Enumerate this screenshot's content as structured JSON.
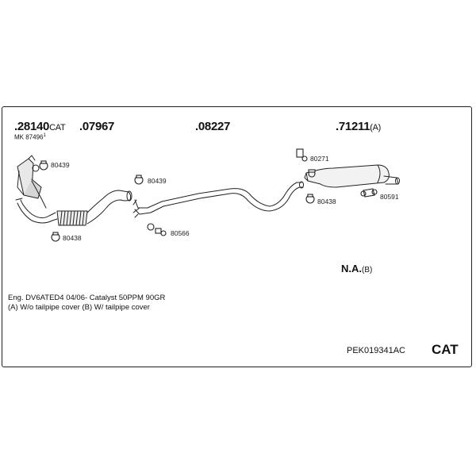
{
  "parts": {
    "p1": {
      "num": ".28140",
      "suffix": "CAT"
    },
    "p1_sub": {
      "text": "MK 87496",
      "mark": "1"
    },
    "p2": {
      "num": ".07967"
    },
    "p3": {
      "num": ".08227"
    },
    "p4": {
      "num": ".71211",
      "suffix": "(A)"
    }
  },
  "hardware": {
    "h80439a": "80439",
    "h80438a": "80438",
    "h80439b": "80439",
    "h80566": "80566",
    "h80271": "80271",
    "h80438b": "80438",
    "h80591": "80591"
  },
  "na": {
    "label": "N.A.",
    "suffix": "(B)"
  },
  "notes": {
    "line1": "Eng. DV6ATED4   04/06-   Catalyst 50PPM 90GR",
    "line2": "(A) W/o tailpipe cover (B) W/ tailpipe cover"
  },
  "footer": {
    "code": "PEK019341AC",
    "cat": "CAT"
  }
}
